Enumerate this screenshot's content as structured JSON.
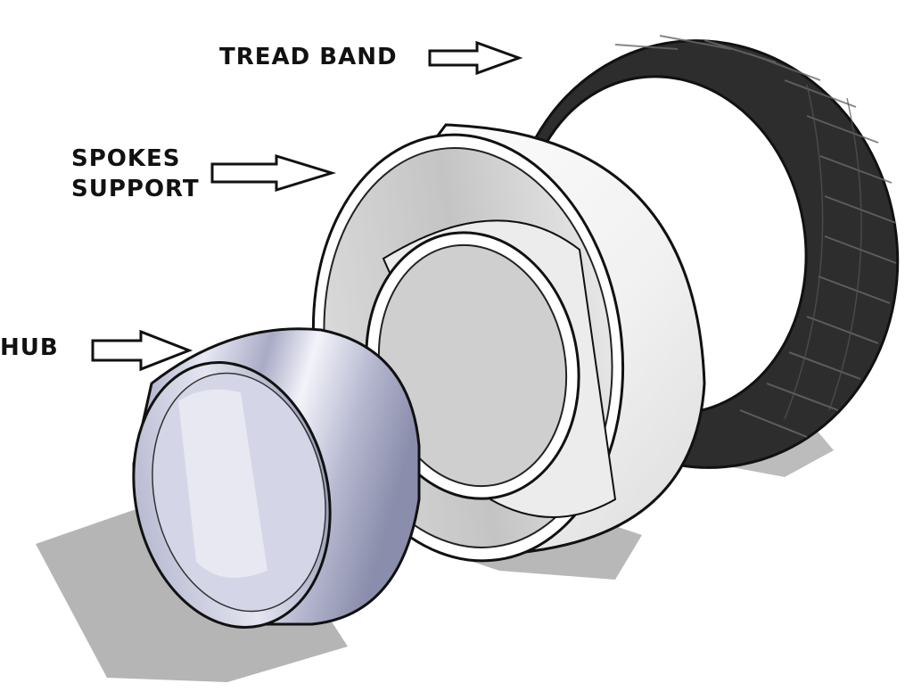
{
  "labels": {
    "tread_band": "TREAD BAND",
    "spokes_support_line1": "SPOKES",
    "spokes_support_line2": "SUPPORT",
    "hub": "HUB"
  },
  "colors": {
    "tread": "#2b2b2b",
    "spokes": "#f4f4f4",
    "hub": "#c9cbe0",
    "shadow": "#b8b8b8",
    "outline": "#111111"
  },
  "icons": [
    "arrow-right-icon",
    "arrow-right-icon",
    "arrow-right-icon"
  ]
}
